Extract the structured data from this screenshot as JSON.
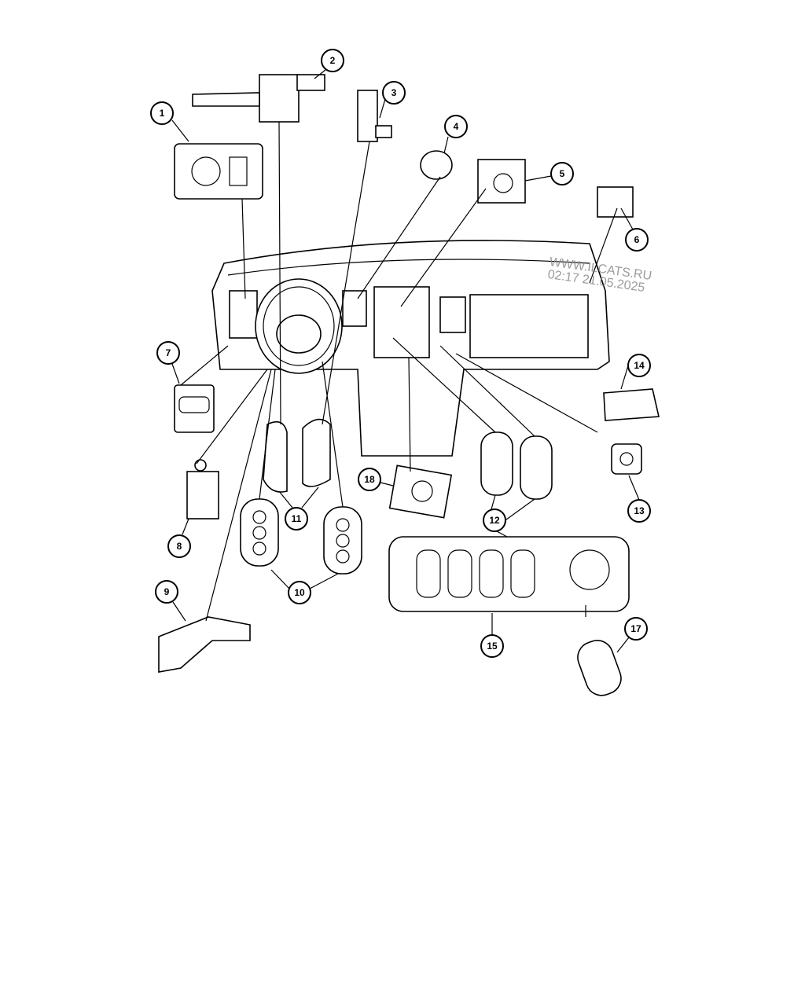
{
  "callouts": [
    "1",
    "2",
    "3",
    "4",
    "5",
    "6",
    "7",
    "8",
    "9",
    "10",
    "11",
    "12",
    "13",
    "14",
    "15",
    "17",
    "18"
  ],
  "watermark": {
    "line1": "WWW.ILCATS.RU",
    "line2": "02:17 21.05.2025"
  }
}
